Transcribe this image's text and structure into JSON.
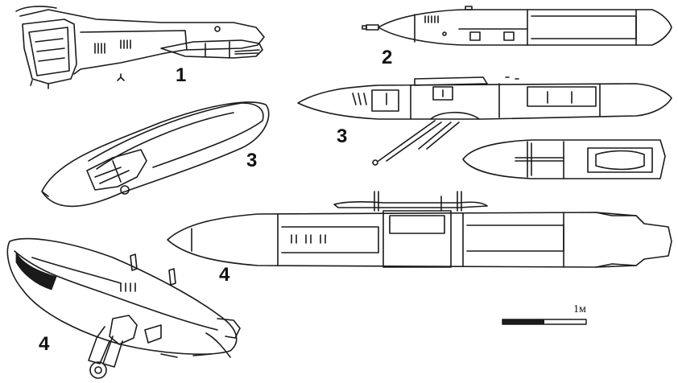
{
  "labels": {
    "fig1": "1",
    "fig2": "2",
    "fig3_side": "3",
    "fig3_perspective": "3",
    "fig4_side": "4",
    "fig4_perspective": "4"
  },
  "scale_bar": {
    "label": "1м"
  },
  "colors": {
    "ink": "#1a1a1a",
    "paper": "#ffffff"
  }
}
